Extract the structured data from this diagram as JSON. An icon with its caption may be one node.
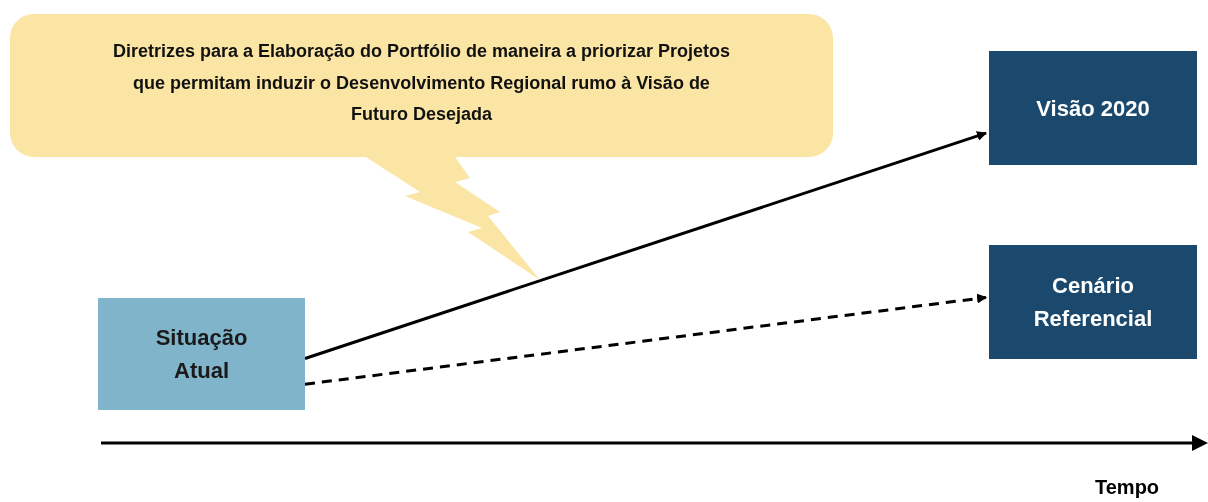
{
  "diagram": {
    "nodes": [
      {
        "text": [
          "Diretrizes para a Elaboração do Portfólio de maneira a priorizar Projetos que permitam induzir o Desenvolvimento Regional rumo à Visão de  Futuro Desejada"
        ]
      },
      {
        "text": [
          "Situação Atual"
        ]
      },
      {
        "text": [
          "Visão 2020"
        ]
      },
      {
        "text": [
          "Cenário Referencial"
        ]
      }
    ],
    "edges": [
      {
        "from": 1,
        "to": 2,
        "arrow": "to"
      },
      {
        "from": 1,
        "to": 3,
        "arrow": "to",
        "style": "dashed"
      }
    ],
    "labels": [
      "Tempo"
    ]
  }
}
